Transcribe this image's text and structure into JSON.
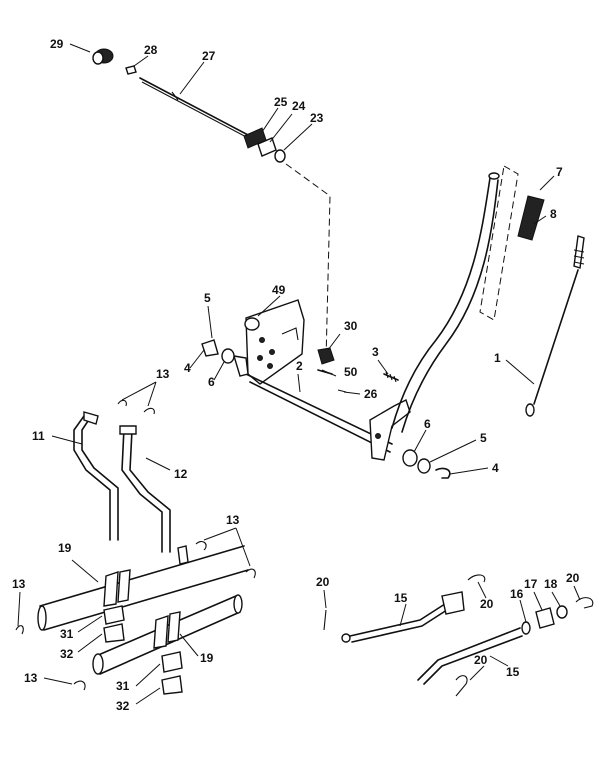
{
  "labels": {
    "l1": "1",
    "l2": "2",
    "l3": "3",
    "l4a": "4",
    "l4b": "4",
    "l5a": "5",
    "l5b": "5",
    "l6a": "6",
    "l6b": "6",
    "l7": "7",
    "l8": "8",
    "l11": "11",
    "l12": "12",
    "l13a": "13",
    "l13b": "13",
    "l13c": "13",
    "l13d": "13",
    "l15a": "15",
    "l15b": "15",
    "l16": "16",
    "l17": "17",
    "l18": "18",
    "l19a": "19",
    "l19b": "19",
    "l20a": "20",
    "l20b": "20",
    "l20c": "20",
    "l20d": "20",
    "l23": "23",
    "l24": "24",
    "l25": "25",
    "l26": "26",
    "l27": "27",
    "l28": "28",
    "l29": "29",
    "l30": "30",
    "l31a": "31",
    "l31b": "31",
    "l32a": "32",
    "l32b": "32",
    "l49": "49",
    "l50": "50"
  }
}
